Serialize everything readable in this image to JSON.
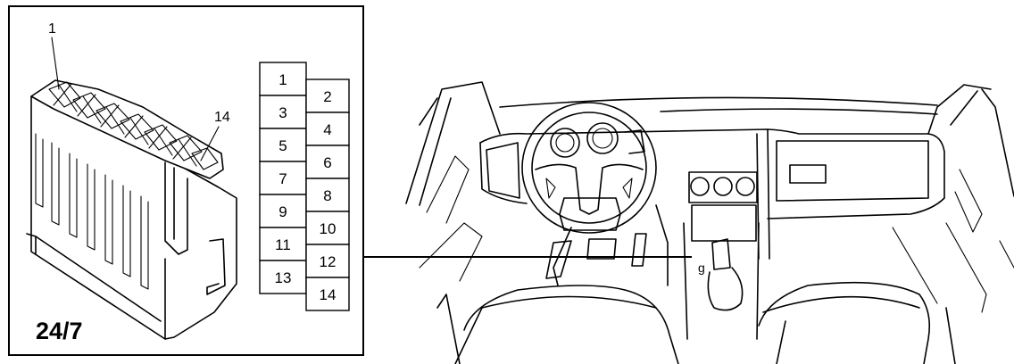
{
  "connector": {
    "diagram_code": "24/7",
    "first_pin_callout": "1",
    "last_pin_callout": "14",
    "pins_left": [
      "1",
      "3",
      "5",
      "7",
      "9",
      "11",
      "13"
    ],
    "pins_right": [
      "2",
      "4",
      "6",
      "8",
      "10",
      "12",
      "14"
    ]
  },
  "dashboard": {
    "gear_marking": "g"
  }
}
